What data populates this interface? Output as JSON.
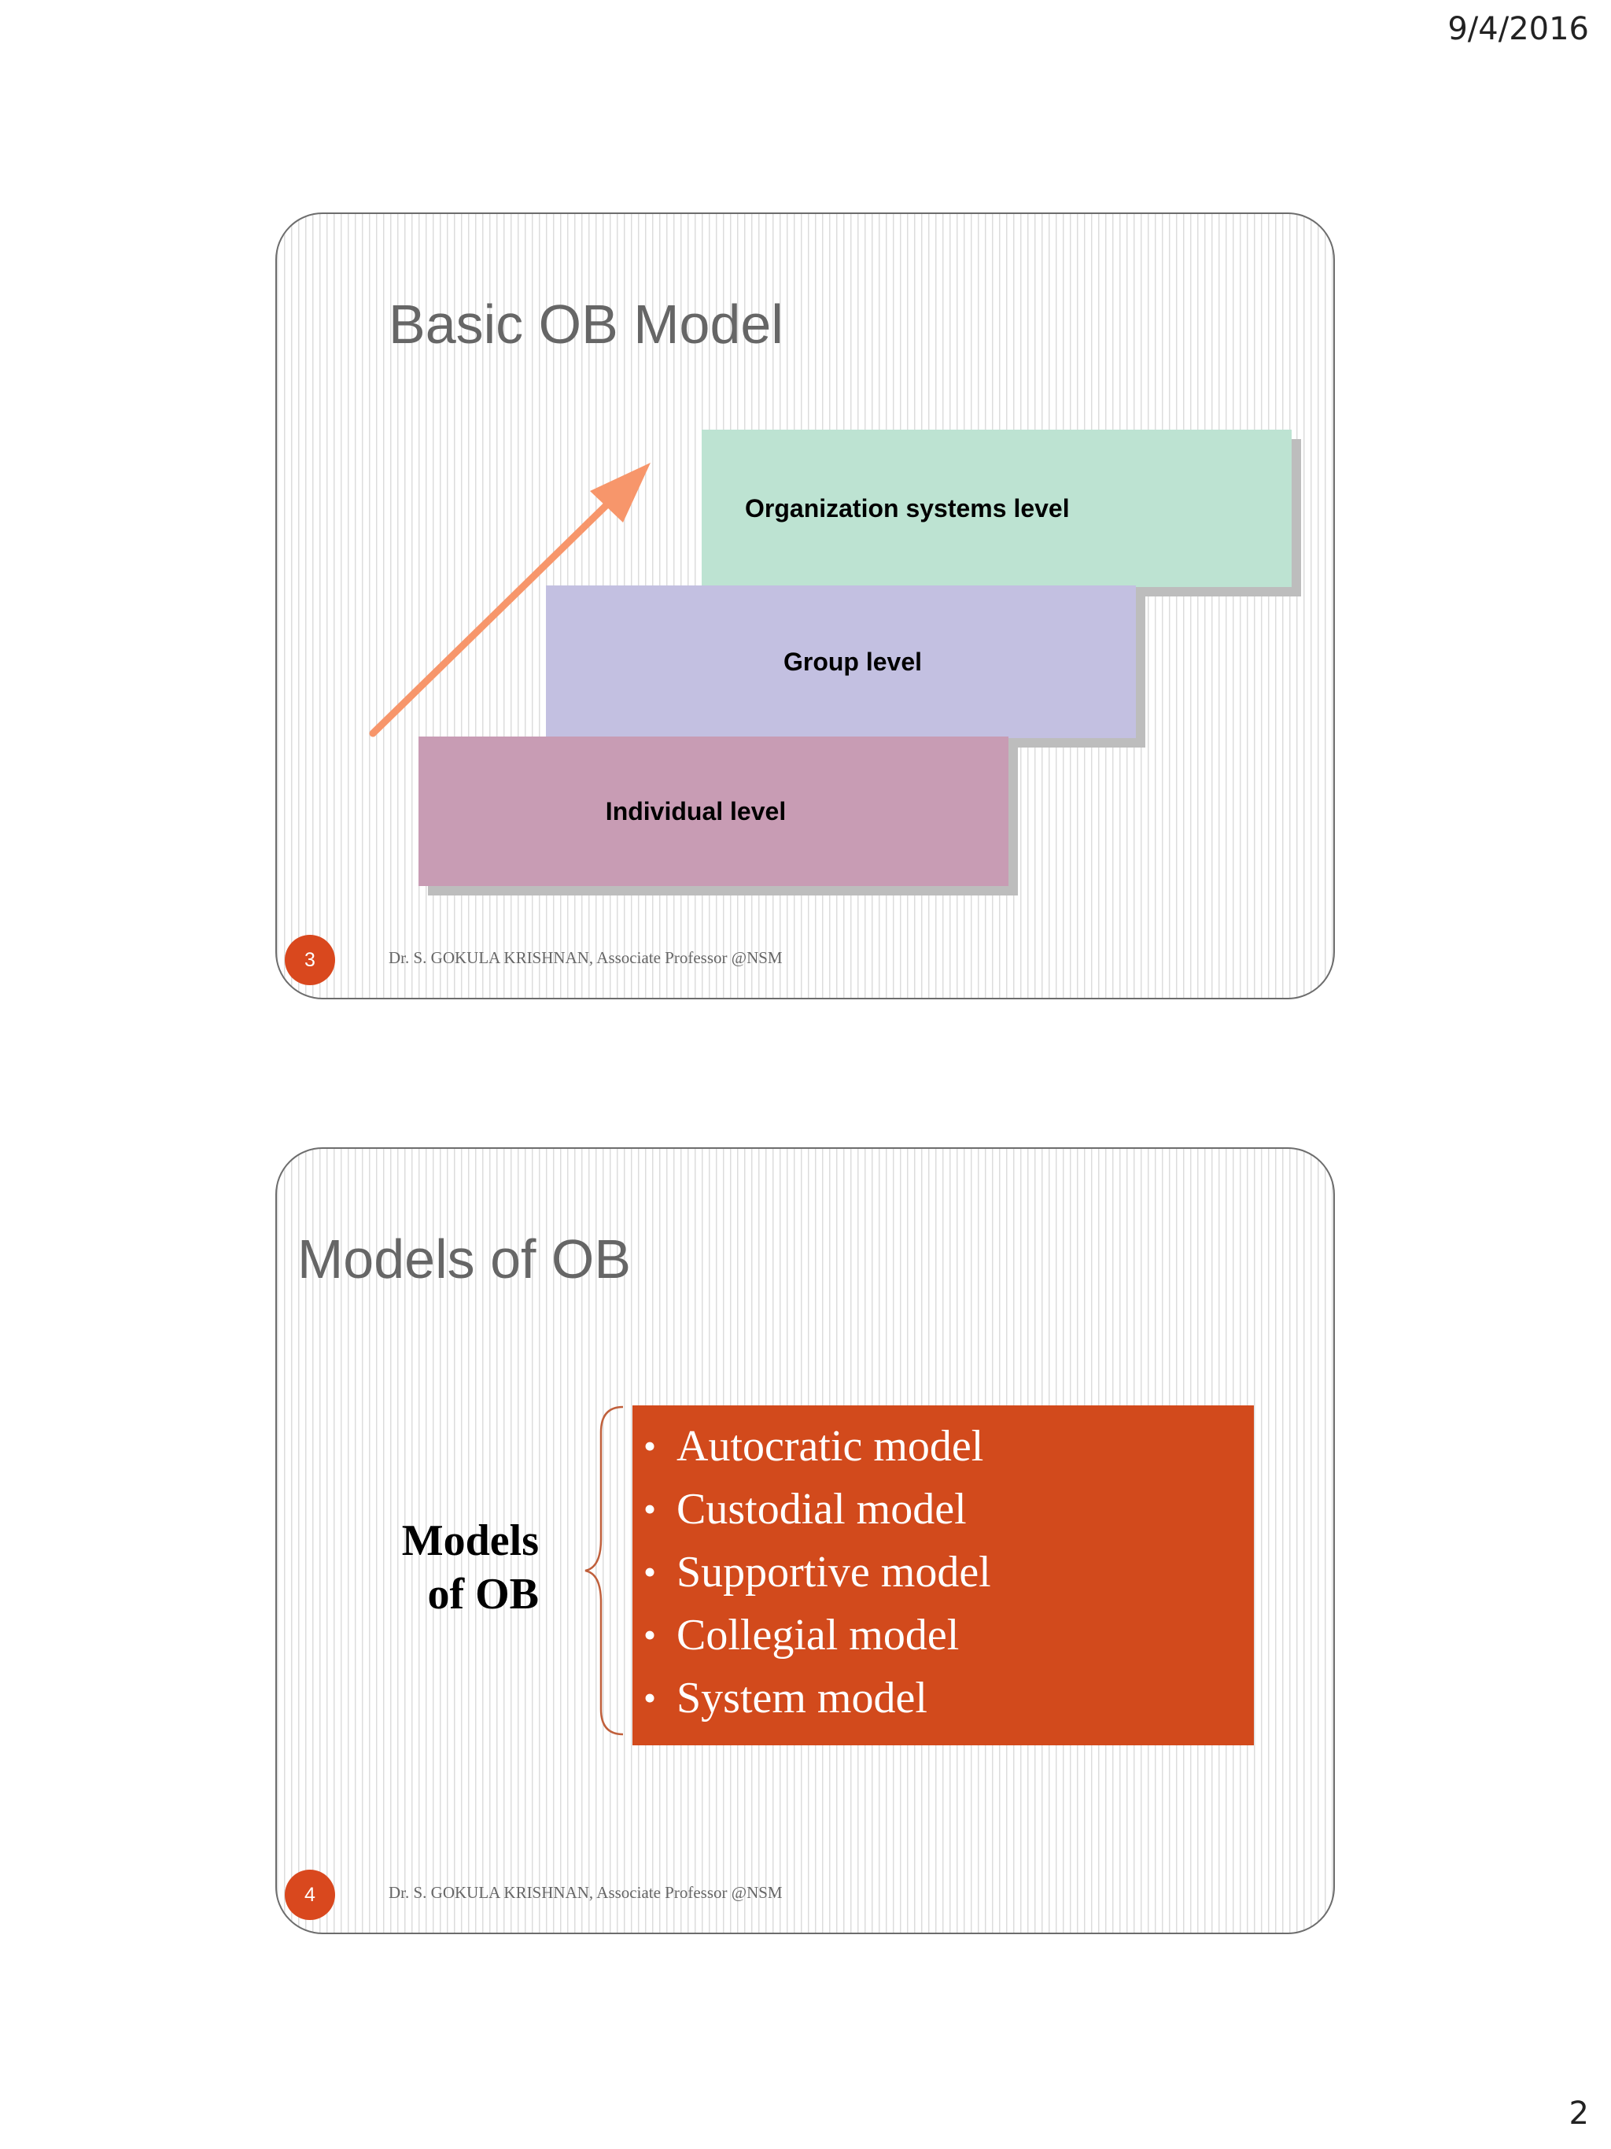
{
  "header": {
    "date": "9/4/2016"
  },
  "page_footer": {
    "number": "2"
  },
  "slides": [
    {
      "title": "Basic OB Model",
      "slide_number": "3",
      "footer": "Dr. S. GOKULA KRISHNAN, Associate Professor @NSM",
      "levels": [
        {
          "label": "Organization systems level",
          "color": "#bde3d2"
        },
        {
          "label": "Group level",
          "color": "#c3c0e1"
        },
        {
          "label": "Individual level",
          "color": "#c89cb4"
        }
      ],
      "arrow_color": "#f7966b"
    },
    {
      "title": "Models of OB",
      "slide_number": "4",
      "footer": "Dr. S. GOKULA KRISHNAN, Associate Professor @NSM",
      "label_lines": [
        "Models",
        "of OB"
      ],
      "box_color": "#d24a1c",
      "models": [
        "Autocratic model",
        "Custodial model",
        "Supportive model",
        "Collegial model",
        "System model"
      ]
    }
  ]
}
